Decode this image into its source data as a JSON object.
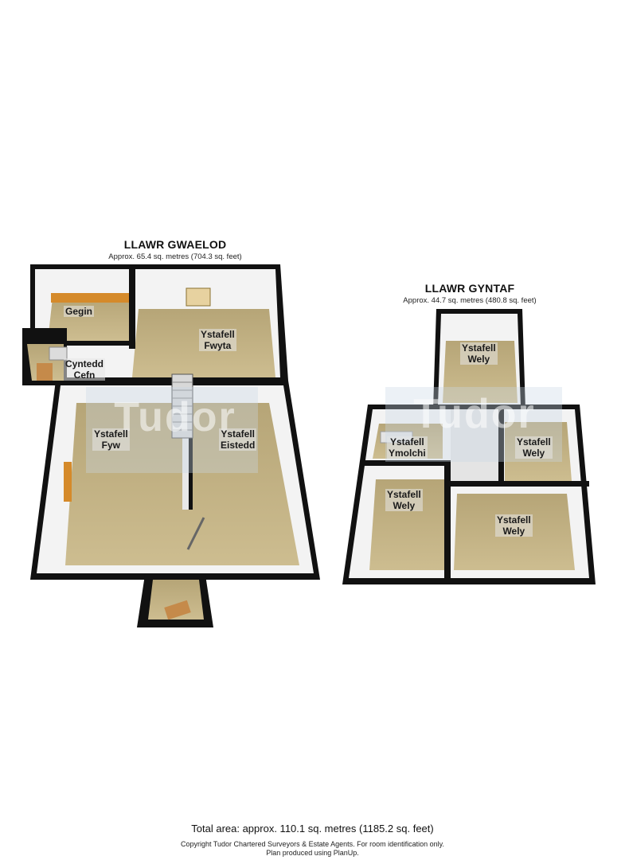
{
  "ground_floor": {
    "title": "LLAWR GWAELOD",
    "area": "Approx. 65.4 sq. metres (704.3 sq. feet)",
    "rooms": {
      "kitchen": [
        "Gegin"
      ],
      "back_hall": [
        "Cyntedd",
        "Cefn"
      ],
      "dining": [
        "Ystafell",
        "Fwyta"
      ],
      "living": [
        "Ystafell",
        "Fyw"
      ],
      "sitting": [
        "Ystafell",
        "Eistedd"
      ]
    }
  },
  "first_floor": {
    "title": "LLAWR GYNTAF",
    "area": "Approx. 44.7 sq. metres (480.8 sq. feet)",
    "rooms": {
      "bed_top": [
        "Ystafell",
        "Wely"
      ],
      "bathroom": [
        "Ystafell",
        "Ymolchi"
      ],
      "bed_right_small": [
        "Ystafell",
        "Wely"
      ],
      "bed_left": [
        "Ystafell",
        "Wely"
      ],
      "bed_right_large": [
        "Ystafell",
        "Wely"
      ]
    }
  },
  "watermark": "Tudor",
  "footer": {
    "total_area": "Total area: approx. 110.1 sq. metres (1185.2 sq. feet)",
    "copyright": "Copyright Tudor Chartered Surveyors & Estate Agents. For room identification only.",
    "credit": "Plan produced using PlanUp."
  },
  "colors": {
    "floor": "#c4b385",
    "wall_top": "#111111",
    "wall_face": "#f2f2f2",
    "watermark": "#b9c6d6"
  }
}
